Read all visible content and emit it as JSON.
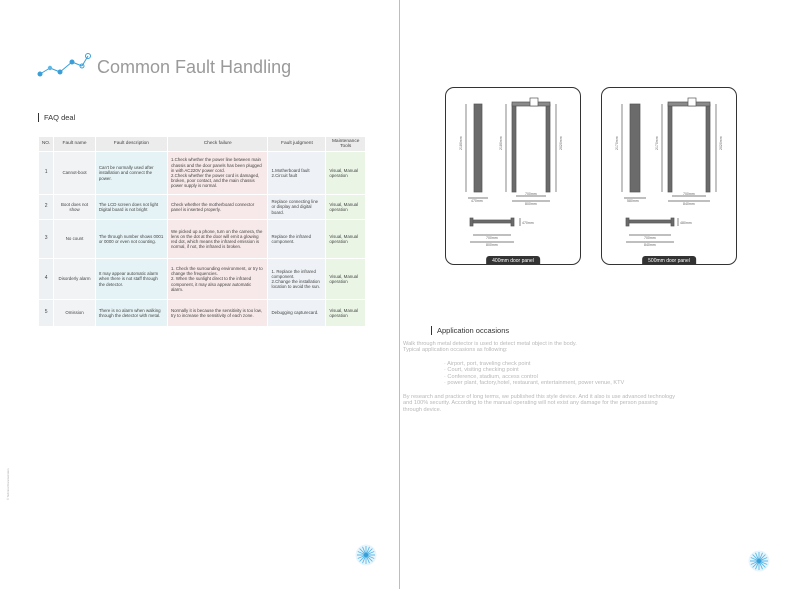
{
  "left_page": {
    "title": "Common Fault Handling",
    "section_label": "FAQ deal",
    "side_note": "© Technical Documentation",
    "table": {
      "headers": [
        "NO.",
        "Fault name",
        "Fault description",
        "Check failure",
        "Fault judgment",
        "Maintenance Tools"
      ],
      "rows": [
        {
          "no": "1",
          "name": "Cannot-boot",
          "desc": "Can't be normally used after installation and connect the power.",
          "check": [
            "1.Check whether the power line between main chassis and the door panels has been plugged in with AC220V power cord.",
            "2.Check whether the power cord is damaged, broken, poor contact, and the main chassis power supply is normal."
          ],
          "judge": [
            "1.Motherboard fault",
            "2.Circuit fault"
          ],
          "tools": "Visual, Manual operation"
        },
        {
          "no": "2",
          "name": "Boot does not show",
          "desc": "The LCD screen does not light Digital board is not bright",
          "check": [
            "Check whether the motherboard connector panel is inserted properly."
          ],
          "judge": [
            "Replace connecting line or display and digital board."
          ],
          "tools": "Visual, Manual operation"
        },
        {
          "no": "3",
          "name": "No count",
          "desc": "The through number shows 0001 or 0000 or even not counting.",
          "check": [
            "We picked up a phone, turn on the camera, the lens on the dot at the door will emit a glowing red dot, which means the infrared emission is normal, if not, the infrared is broken."
          ],
          "judge": [
            "Replace the infrared component."
          ],
          "tools": "Visual, Manual operation"
        },
        {
          "no": "4",
          "name": "Disorderly alarm",
          "desc": "It may appear automatic alarm when there is not staff through the detector.",
          "check": [
            "1. Check the surrounding environment, or try to change the frequencies.",
            "2. When the sunlight direct to the infrared component, it may also appear automatic alarm."
          ],
          "judge": [
            "1. Replace the infrared component.",
            "2.Change the installation location to avoid the sun."
          ],
          "tools": "Visual, Manual operation"
        },
        {
          "no": "5",
          "name": "Omission",
          "desc": "There is no alarm when walking through the detector with metal.",
          "check": [
            "Normally it is because the sensitivity is too low, try to increase the sensitivity of each zone."
          ],
          "judge": [
            "Debugging capturecard."
          ],
          "tools": "Visual, Manual operation"
        }
      ]
    }
  },
  "right_page": {
    "diagrams": [
      {
        "label": "400mm door panel",
        "dims": [
          "2180mm",
          "2180mm",
          "2020mm",
          "700mm",
          "800mm",
          "470mm",
          "470mm",
          "700mm",
          "800mm"
        ]
      },
      {
        "label": "500mm door panel",
        "dims": [
          "2170mm",
          "2170mm",
          "2020mm",
          "700mm",
          "840mm",
          "580mm",
          "480mm",
          "700mm",
          "840mm"
        ]
      }
    ],
    "section_label": "Application occasions",
    "paragraph1": [
      "Walk through metal detector is used to detect metal object in the body.",
      "Typical application occasions as following:"
    ],
    "bullets": [
      "· Airport, port, traveling check point",
      "· Court, visiting checking point",
      "· Conference, stadium, access control",
      "· power plant, factory,hotel, restaurant, entertainment, power venue, KTV"
    ],
    "paragraph2": [
      "By research and practice of long terms, we published this style device. And it also is use advanced technology",
      "and 100% security. According to the manual operating will not exist any damage for the person passing",
      "through device."
    ]
  },
  "colors": {
    "logo_blue": "#3a9fd8",
    "badge_blue": "#5bb8e6",
    "card_border": "#333333"
  }
}
